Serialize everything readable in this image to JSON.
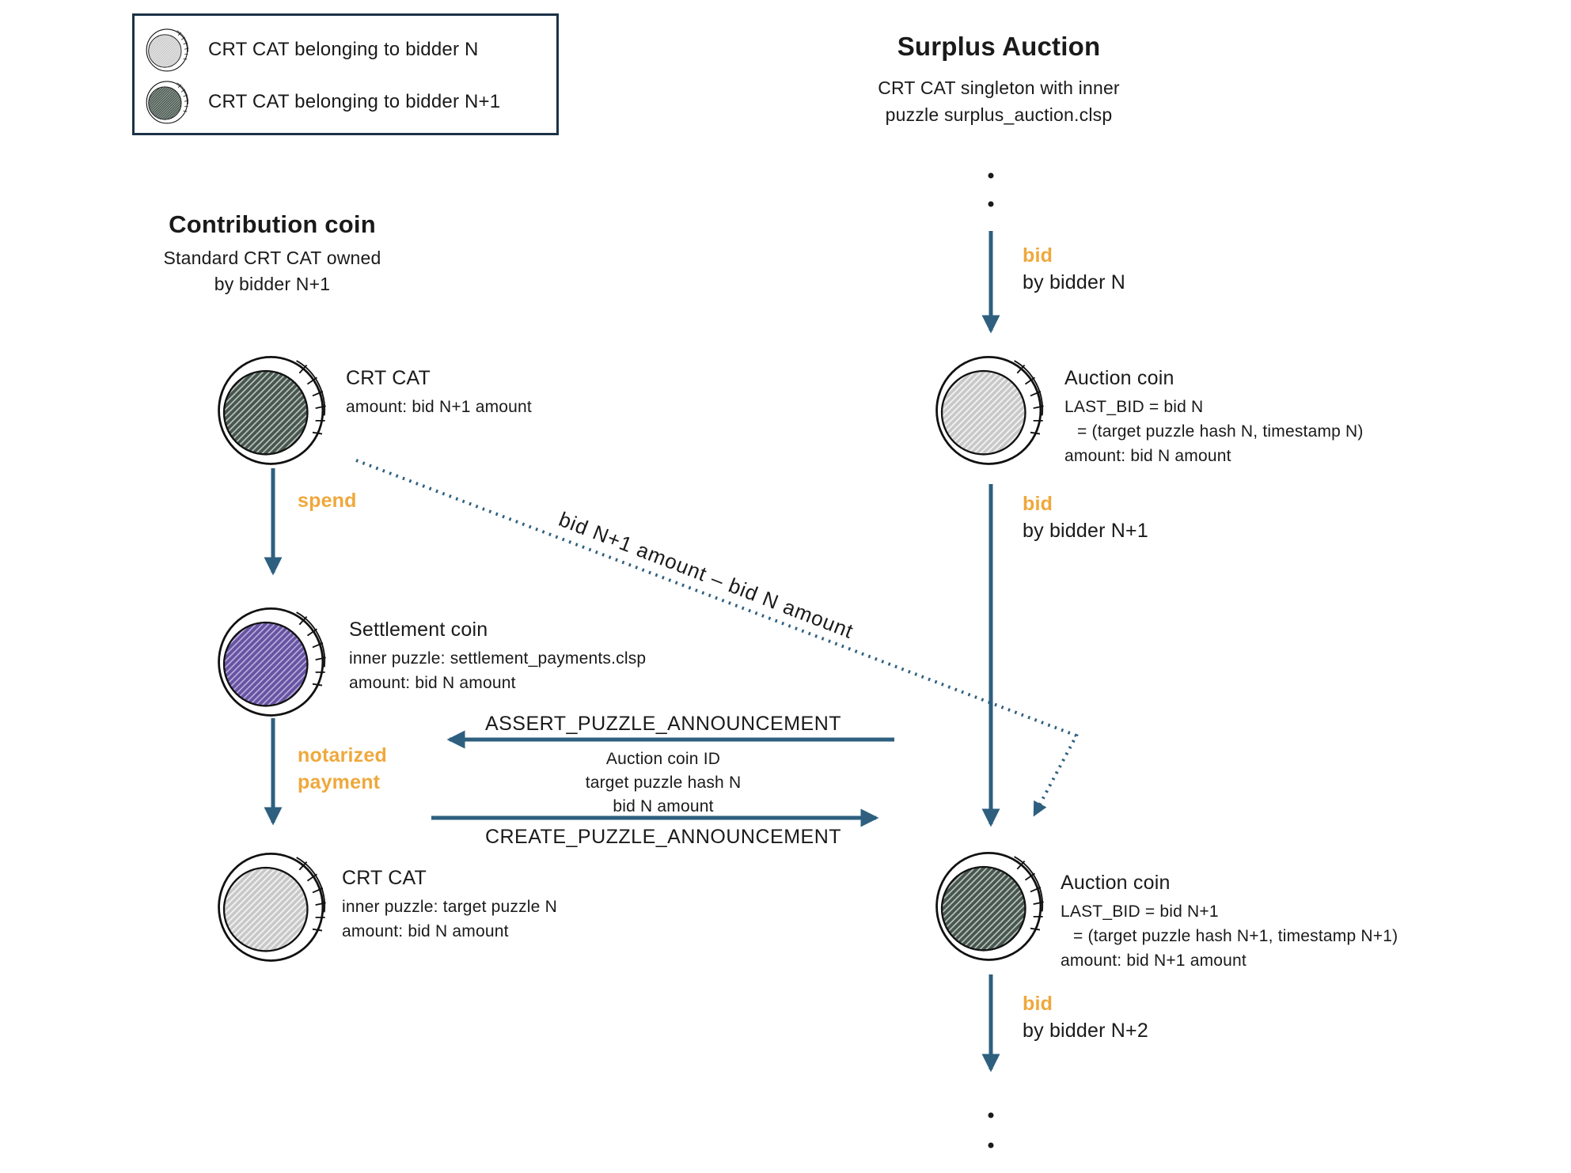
{
  "colors": {
    "arrow_blue": "#2e5f7f",
    "accent_orange": "#efa83c",
    "text_black": "#1a1a1a",
    "legend_border": "#1c3247",
    "coin_gray": "#c8c8c8",
    "coin_gray_stripe": "#f1f1f1",
    "coin_green": "#47564e",
    "coin_green_stripe": "#bcc5bf",
    "coin_purple": "#6753a2",
    "coin_purple_stripe": "#baaedd"
  },
  "legend": {
    "items": [
      {
        "coin": "gray",
        "label": "CRT CAT belonging to bidder N"
      },
      {
        "coin": "green",
        "label": "CRT CAT belonging to bidder N+1"
      }
    ]
  },
  "surplus_auction": {
    "title": "Surplus Auction",
    "subtitle1": "CRT CAT singleton with inner",
    "subtitle2": "puzzle surplus_auction.clsp"
  },
  "contribution": {
    "title": "Contribution coin",
    "subtitle1": "Standard CRT CAT owned",
    "subtitle2": "by bidder N+1"
  },
  "contribution_coin": {
    "heading": "CRT CAT",
    "line1": "amount: bid N+1 amount"
  },
  "spend_label": "spend",
  "settlement_coin": {
    "heading": "Settlement coin",
    "line1": "inner puzzle: settlement_payments.clsp",
    "line2": "amount: bid N amount"
  },
  "notarized_label": {
    "line1": "notarized",
    "line2": "payment"
  },
  "result_coin": {
    "heading": "CRT CAT",
    "line1": "inner puzzle: target puzzle N",
    "line2": "amount: bid N amount"
  },
  "announcements": {
    "assert": "ASSERT_PUZZLE_ANNOUNCEMENT",
    "create": "CREATE_PUZZLE_ANNOUNCEMENT",
    "params": [
      "Auction coin ID",
      "target puzzle hash N",
      "bid N amount"
    ]
  },
  "surplus_flow_label": "bid N+1 amount – bid N amount",
  "bids": [
    {
      "action": "bid",
      "by": "by bidder N"
    },
    {
      "action": "bid",
      "by": "by bidder N+1"
    },
    {
      "action": "bid",
      "by": "by bidder N+2"
    }
  ],
  "auction_coin_1": {
    "heading": "Auction coin",
    "line1": "LAST_BID = bid N",
    "line2": "= (target puzzle hash N, timestamp N)",
    "line3": "amount: bid N amount"
  },
  "auction_coin_2": {
    "heading": "Auction coin",
    "line1": "LAST_BID = bid N+1",
    "line2": "= (target puzzle hash N+1, timestamp N+1)",
    "line3": "amount: bid N+1 amount"
  }
}
